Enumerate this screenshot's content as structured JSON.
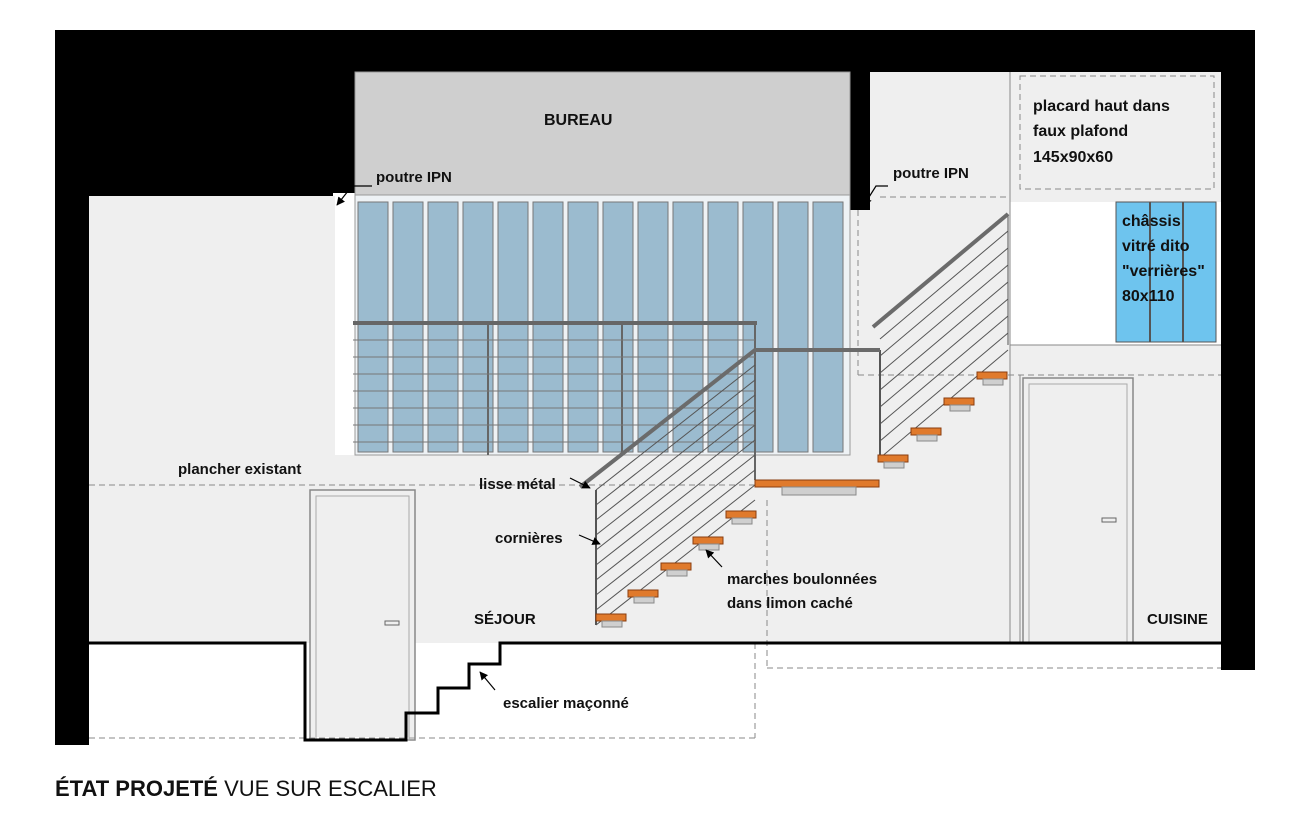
{
  "labels": {
    "bureau": "BUREAU",
    "poutre_left": "poutre IPN",
    "poutre_right": "poutre IPN",
    "placard_1": "placard haut dans",
    "placard_2": "faux plafond",
    "placard_3": "145x90x60",
    "chassis_1": "châssis",
    "chassis_2": "vitré dito",
    "chassis_3": "\"verrières\"",
    "chassis_4": "80x110",
    "plancher": "plancher existant",
    "lisse": "lisse métal",
    "cornieres": "cornières",
    "marches_1": "marches boulonnées",
    "marches_2": "dans limon caché",
    "sejour": "SÉJOUR",
    "cuisine": "CUISINE",
    "escalier": "escalier maçonné"
  },
  "title": {
    "bold": "ÉTAT PROJETÉ",
    "rest": " VUE SUR ESCALIER"
  },
  "colors": {
    "wall": "#000000",
    "room_fill": "#efefef",
    "bureau_fill": "#cfcfcf",
    "glass_blue": "#9bbbcf",
    "chassis_blue": "#6ec4ee",
    "step_wood": "#e07a2c",
    "rail_gray": "#6b6b6b"
  }
}
